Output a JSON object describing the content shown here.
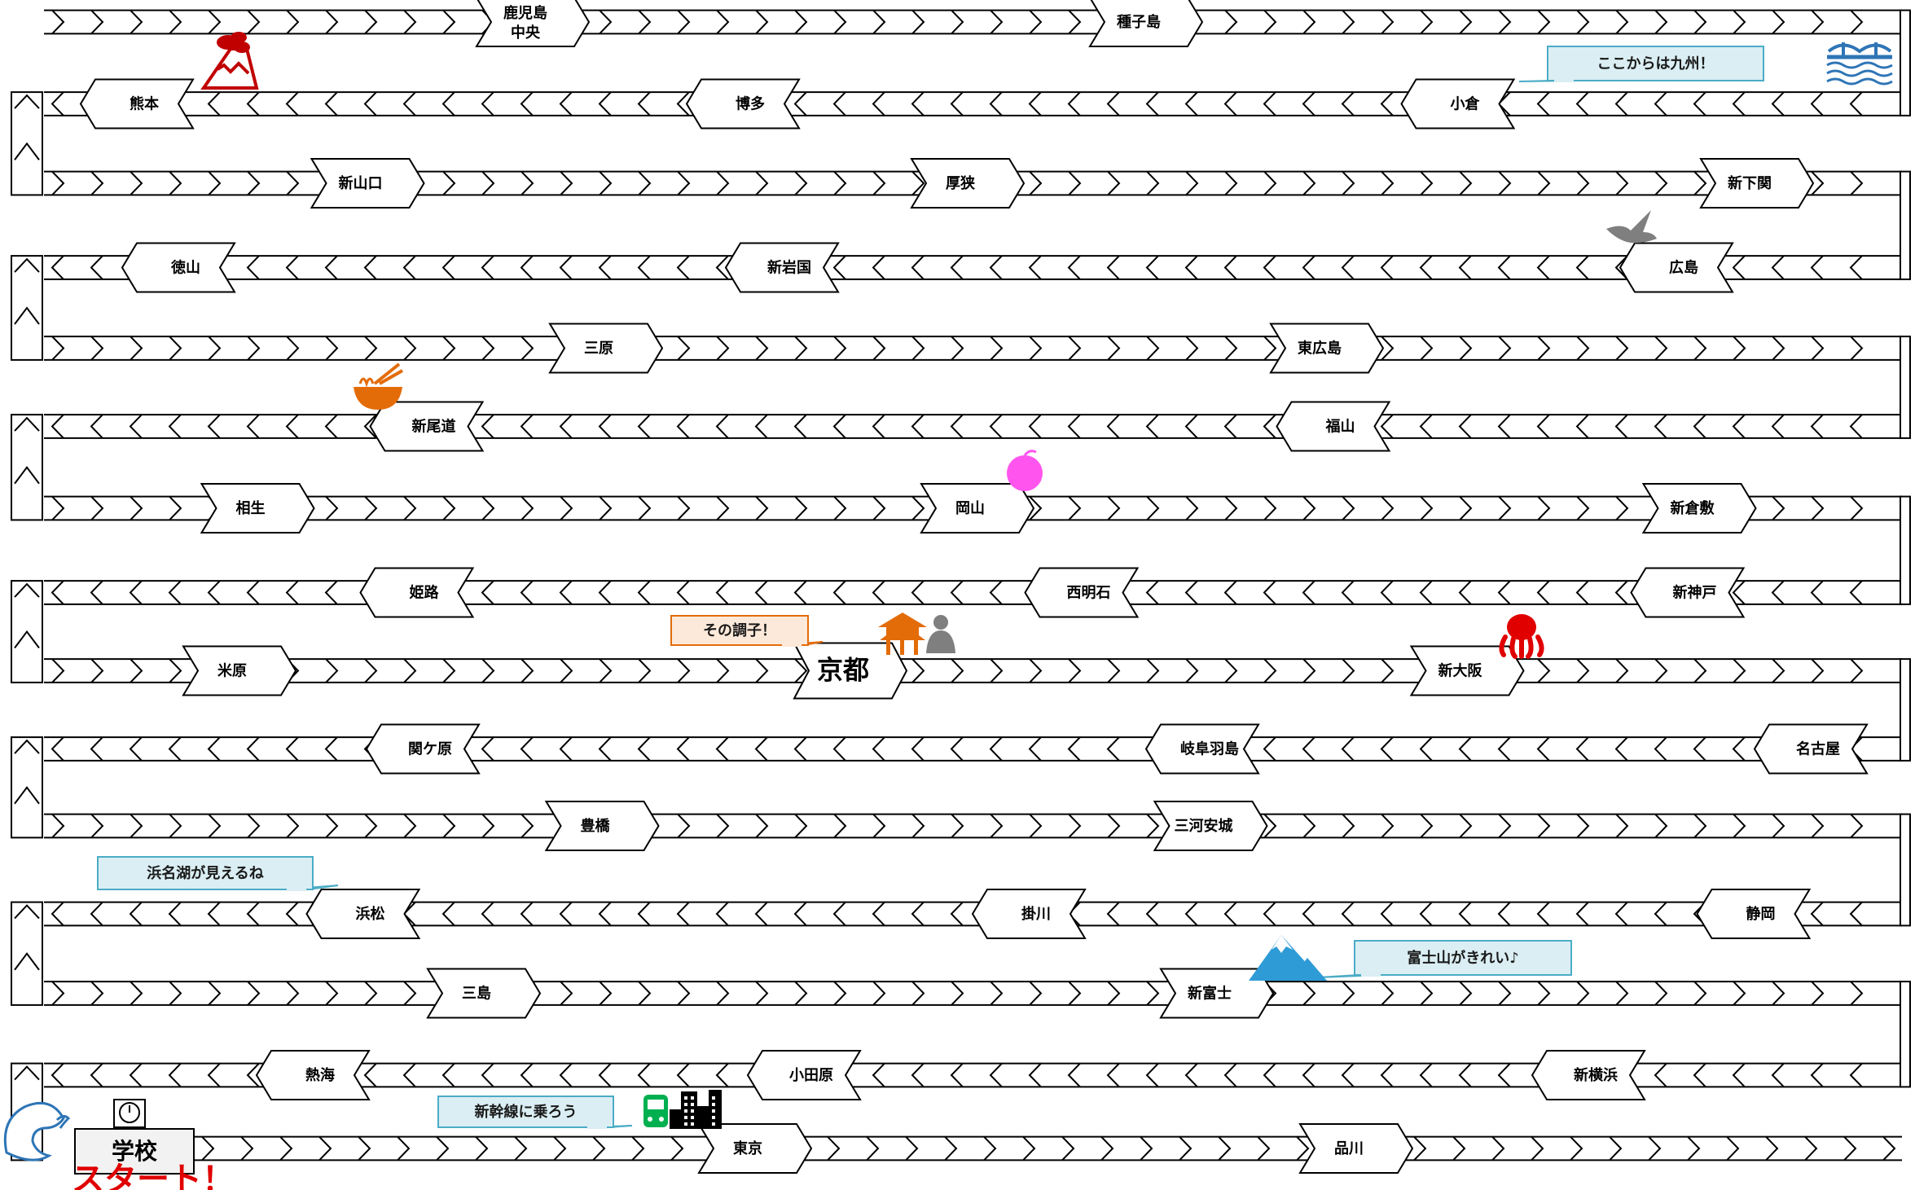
{
  "board": {
    "school_label": "学校",
    "start_label": "スタート！",
    "rows": [
      {
        "dir": "right",
        "stations": [
          {
            "name": "鹿児島",
            "name2": "中央"
          },
          {
            "name": "種子島"
          }
        ]
      },
      {
        "dir": "left",
        "stations": [
          {
            "name": "熊本"
          },
          {
            "name": "博多"
          },
          {
            "name": "小倉"
          }
        ]
      },
      {
        "dir": "right",
        "stations": [
          {
            "name": "新山口"
          },
          {
            "name": "厚狭"
          },
          {
            "name": "新下関"
          }
        ]
      },
      {
        "dir": "left",
        "stations": [
          {
            "name": "徳山"
          },
          {
            "name": "新岩国"
          },
          {
            "name": "広島"
          }
        ]
      },
      {
        "dir": "right",
        "stations": [
          {
            "name": "三原"
          },
          {
            "name": "東広島"
          }
        ]
      },
      {
        "dir": "left",
        "stations": [
          {
            "name": "新尾道"
          },
          {
            "name": "福山"
          }
        ]
      },
      {
        "dir": "right",
        "stations": [
          {
            "name": "相生"
          },
          {
            "name": "岡山"
          },
          {
            "name": "新倉敷"
          }
        ]
      },
      {
        "dir": "left",
        "stations": [
          {
            "name": "姫路"
          },
          {
            "name": "西明石"
          },
          {
            "name": "新神戸"
          }
        ]
      },
      {
        "dir": "right",
        "stations": [
          {
            "name": "米原"
          },
          {
            "name": "京都"
          },
          {
            "name": "新大阪"
          }
        ]
      },
      {
        "dir": "left",
        "stations": [
          {
            "name": "関ケ原"
          },
          {
            "name": "岐阜羽島"
          },
          {
            "name": "名古屋"
          }
        ]
      },
      {
        "dir": "right",
        "stations": [
          {
            "name": "豊橋"
          },
          {
            "name": "三河安城"
          }
        ]
      },
      {
        "dir": "left",
        "stations": [
          {
            "name": "浜松"
          },
          {
            "name": "掛川"
          },
          {
            "name": "静岡"
          }
        ]
      },
      {
        "dir": "right",
        "stations": [
          {
            "name": "三島"
          },
          {
            "name": "新富士"
          }
        ]
      },
      {
        "dir": "left",
        "stations": [
          {
            "name": "熱海"
          },
          {
            "name": "小田原"
          },
          {
            "name": "新横浜"
          }
        ]
      },
      {
        "dir": "right",
        "stations": [
          {
            "name": "東京"
          },
          {
            "name": "品川"
          }
        ]
      }
    ],
    "callouts": [
      {
        "id": "kyushu",
        "text": "ここからは九州！",
        "style": "blue"
      },
      {
        "id": "kyoto",
        "text": "その調子！",
        "style": "orange"
      },
      {
        "id": "hamanako",
        "text": "浜名湖が見えるね",
        "style": "blue"
      },
      {
        "id": "fuji",
        "text": "富士山がきれい♪",
        "style": "blue"
      },
      {
        "id": "shinkansen",
        "text": "新幹線に乗ろう",
        "style": "blue"
      }
    ],
    "icons": [
      {
        "id": "volcano",
        "name": "volcano-icon",
        "color": "#c00000"
      },
      {
        "id": "bridge",
        "name": "bridge-icon",
        "color": "#2e75b6"
      },
      {
        "id": "dove",
        "name": "dove-icon",
        "color": "#7f7f7f"
      },
      {
        "id": "ramen",
        "name": "ramen-icon",
        "color": "#e36c09"
      },
      {
        "id": "peach",
        "name": "peach-icon",
        "color": "#ff55ee"
      },
      {
        "id": "temple",
        "name": "temple-icon",
        "color": "#e36c09"
      },
      {
        "id": "buddha",
        "name": "buddha-icon",
        "color": "#7f7f7f"
      },
      {
        "id": "octopus",
        "name": "octopus-icon",
        "color": "#e00000"
      },
      {
        "id": "mtfuji",
        "name": "mount-fuji-icon",
        "color": "#2e9bd6"
      },
      {
        "id": "train",
        "name": "train-icon",
        "color": "#00b050"
      },
      {
        "id": "buildings",
        "name": "buildings-icon",
        "color": "#000000"
      },
      {
        "id": "whale",
        "name": "whale-icon",
        "color": "#2e75b6"
      },
      {
        "id": "clock",
        "name": "clock-icon",
        "color": "#000000"
      }
    ]
  }
}
